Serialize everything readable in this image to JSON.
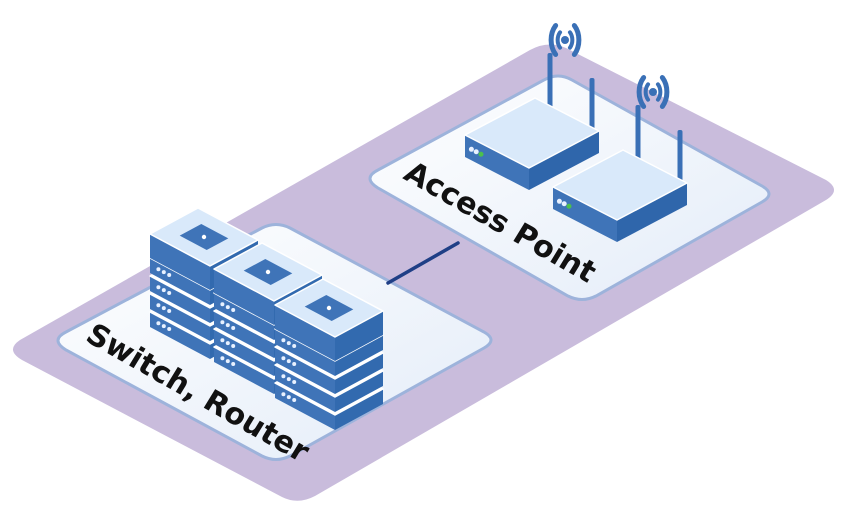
{
  "diagram": {
    "title": "Network infrastructure: Switch/Router and Access Point",
    "zones": [
      {
        "id": "switch-router",
        "label": "Switch, Router",
        "devices": [
          "server-stack",
          "server-stack",
          "server-stack"
        ]
      },
      {
        "id": "access-point",
        "label": "Access Point",
        "devices": [
          "wifi-router",
          "wifi-router"
        ]
      }
    ],
    "connections": [
      {
        "from": "switch-router",
        "to": "access-point"
      }
    ],
    "colors": {
      "base": "#c9bcdc",
      "panel": "#f4f7fc",
      "panel_border": "#9db3db",
      "device_top": "#d9e9fa",
      "device_side": "#3f74b8",
      "device_side_light": "#5a92d4",
      "device_front": "#326aaf",
      "connector": "#1f3f86",
      "led_green": "#4cc04c",
      "led_white": "#e8f1ff",
      "antenna": "#3a70b6",
      "label": "#111111"
    }
  }
}
